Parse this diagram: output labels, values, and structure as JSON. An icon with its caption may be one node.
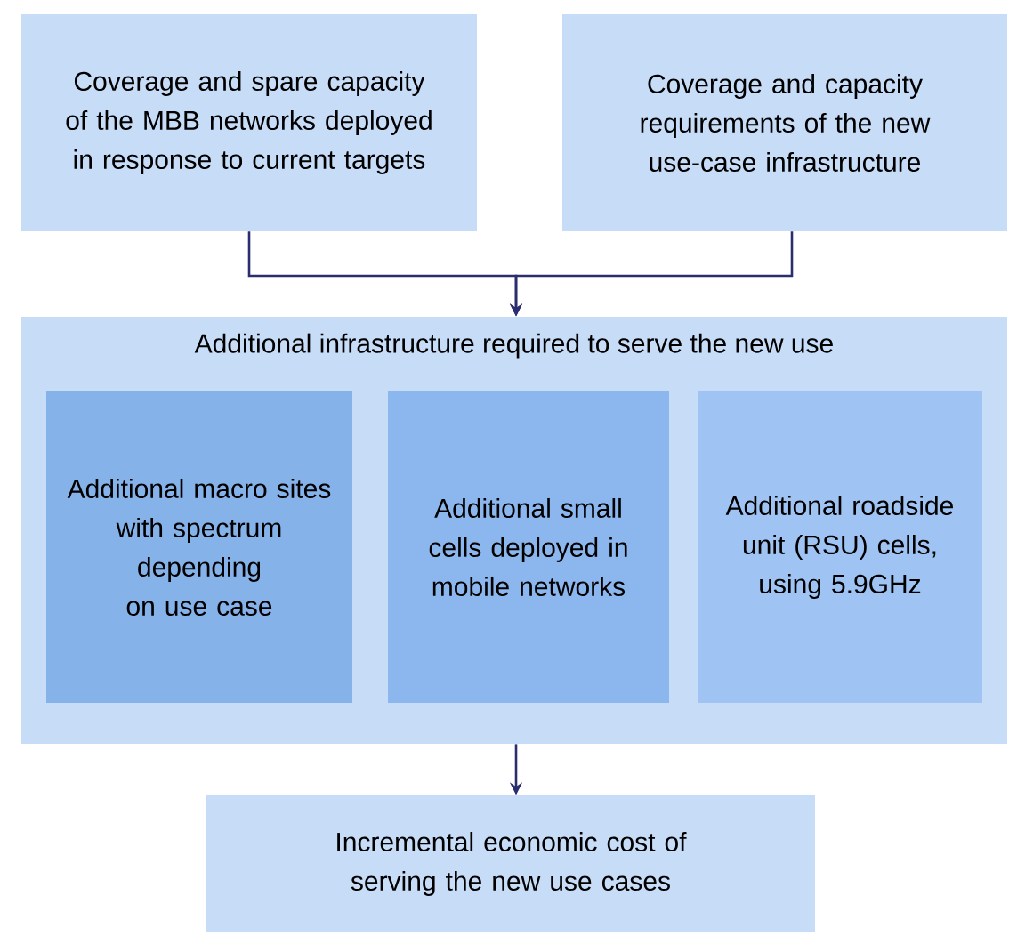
{
  "diagram": {
    "nodes": [
      {
        "text": [
          "Coverage and spare capacity of the MBB networks deployed in response to current targets"
        ]
      },
      {
        "text": [
          "Coverage and capacity requirements of the new use-case infrastructure"
        ]
      },
      {
        "text": [
          "Additional infrastructure  required to serve the new use"
        ]
      },
      {
        "text": [
          "Additional macro sites with spectrum depending on use case"
        ],
        "in": 2
      },
      {
        "text": [
          "Additional small cells deployed in mobile networks"
        ],
        "in": 2
      },
      {
        "text": [
          "Additional roadside unit (RSU) cells, using 5.9GHz"
        ],
        "in": 2
      },
      {
        "text": [
          "Incremental economic cost of serving the new use cases"
        ]
      }
    ],
    "edges": [
      {
        "from": 0,
        "to": 2,
        "arrow": "to"
      },
      {
        "from": 1,
        "to": 2,
        "arrow": "to"
      },
      {
        "from": 2,
        "to": 6,
        "arrow": "to"
      }
    ]
  }
}
